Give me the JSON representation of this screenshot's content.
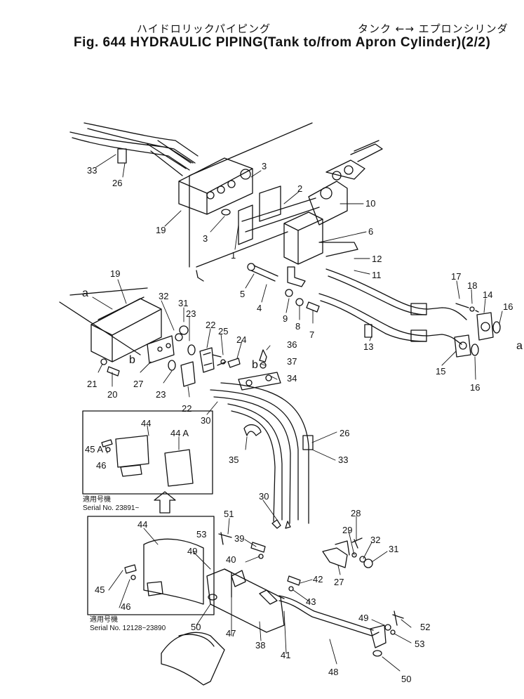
{
  "title": {
    "jp_left": "ハイドロリックパイピング",
    "jp_right": "タンク ←→ エプロンシリンダ",
    "fig": "Fig. 644",
    "name": "HYDRAULIC PIPING",
    "paren": "(Tank to/from Apron Cylinder)",
    "page": "(2/2)"
  },
  "insets": [
    {
      "jp": "適用号機",
      "serial": "Serial No. 23891~"
    },
    {
      "jp": "適用号機",
      "serial": "Serial No. 12128~23890"
    }
  ],
  "callouts": [
    {
      "id": "c33a",
      "t": "33"
    },
    {
      "id": "c26a",
      "t": "26"
    },
    {
      "id": "c19a",
      "t": "19"
    },
    {
      "id": "c3a",
      "t": "3"
    },
    {
      "id": "c3b",
      "t": "3"
    },
    {
      "id": "c1",
      "t": "1"
    },
    {
      "id": "c2",
      "t": "2"
    },
    {
      "id": "c10",
      "t": "10"
    },
    {
      "id": "c6",
      "t": "6"
    },
    {
      "id": "c12",
      "t": "12"
    },
    {
      "id": "c11",
      "t": "11"
    },
    {
      "id": "c5",
      "t": "5"
    },
    {
      "id": "c4",
      "t": "4"
    },
    {
      "id": "c9",
      "t": "9"
    },
    {
      "id": "c8",
      "t": "8"
    },
    {
      "id": "c7",
      "t": "7"
    },
    {
      "id": "c13",
      "t": "13"
    },
    {
      "id": "c17",
      "t": "17"
    },
    {
      "id": "c18",
      "t": "18"
    },
    {
      "id": "c14",
      "t": "14"
    },
    {
      "id": "c16a",
      "t": "16"
    },
    {
      "id": "ca1",
      "t": "a"
    },
    {
      "id": "c15",
      "t": "15"
    },
    {
      "id": "c16b",
      "t": "16"
    },
    {
      "id": "c19b",
      "t": "19"
    },
    {
      "id": "ca2",
      "t": "a"
    },
    {
      "id": "c32a",
      "t": "32"
    },
    {
      "id": "c31a",
      "t": "31"
    },
    {
      "id": "c23a",
      "t": "23"
    },
    {
      "id": "c22a",
      "t": "22"
    },
    {
      "id": "c25",
      "t": "25"
    },
    {
      "id": "c24",
      "t": "24"
    },
    {
      "id": "c36",
      "t": "36"
    },
    {
      "id": "cb1",
      "t": "b"
    },
    {
      "id": "c37",
      "t": "37"
    },
    {
      "id": "cb2",
      "t": "b"
    },
    {
      "id": "c34",
      "t": "34"
    },
    {
      "id": "c21",
      "t": "21"
    },
    {
      "id": "c20",
      "t": "20"
    },
    {
      "id": "c27a",
      "t": "27"
    },
    {
      "id": "c23b",
      "t": "23"
    },
    {
      "id": "c22b",
      "t": "22"
    },
    {
      "id": "c30a",
      "t": "30"
    },
    {
      "id": "c26b",
      "t": "26"
    },
    {
      "id": "c33b",
      "t": "33"
    },
    {
      "id": "c35",
      "t": "35"
    },
    {
      "id": "c44a",
      "t": "44"
    },
    {
      "id": "c44A",
      "t": "44 A"
    },
    {
      "id": "c45A",
      "t": "45 A"
    },
    {
      "id": "c46a",
      "t": "46"
    },
    {
      "id": "c30b",
      "t": "30"
    },
    {
      "id": "c28",
      "t": "28"
    },
    {
      "id": "c29",
      "t": "29"
    },
    {
      "id": "c32b",
      "t": "32"
    },
    {
      "id": "c31b",
      "t": "31"
    },
    {
      "id": "c27b",
      "t": "27"
    },
    {
      "id": "c51",
      "t": "51"
    },
    {
      "id": "c53a",
      "t": "53"
    },
    {
      "id": "c39",
      "t": "39"
    },
    {
      "id": "c49a",
      "t": "49"
    },
    {
      "id": "c40",
      "t": "40"
    },
    {
      "id": "c44b",
      "t": "44"
    },
    {
      "id": "c42",
      "t": "42"
    },
    {
      "id": "c43",
      "t": "43"
    },
    {
      "id": "c45",
      "t": "45"
    },
    {
      "id": "c46b",
      "t": "46"
    },
    {
      "id": "c50a",
      "t": "50"
    },
    {
      "id": "c47",
      "t": "47"
    },
    {
      "id": "c38",
      "t": "38"
    },
    {
      "id": "c41",
      "t": "41"
    },
    {
      "id": "c49b",
      "t": "49"
    },
    {
      "id": "c52",
      "t": "52"
    },
    {
      "id": "c53b",
      "t": "53"
    },
    {
      "id": "c48",
      "t": "48"
    },
    {
      "id": "c50b",
      "t": "50"
    }
  ]
}
